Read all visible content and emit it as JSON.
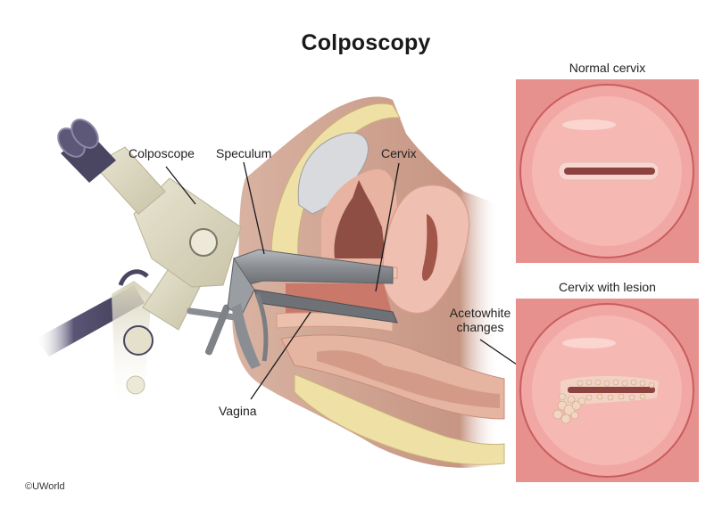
{
  "title": "Colposcopy",
  "labels": {
    "colposcope": "Colposcope",
    "speculum": "Speculum",
    "cervix": "Cervix",
    "vagina": "Vagina",
    "acetowhite_line1": "Acetowhite",
    "acetowhite_line2": "changes"
  },
  "panels": {
    "normal": {
      "caption": "Normal cervix"
    },
    "lesion": {
      "caption": "Cervix with lesion"
    }
  },
  "copyright": "©UWorld",
  "colors": {
    "cervix_pink": "#e58f8c",
    "cervix_dark": "#c9605f",
    "lesion_white": "#f3d8c2",
    "colposcope_beige": "#dcd8c0",
    "eyepiece_purple": "#4a4560",
    "speculum_gray": "#8e9196",
    "tissue_tan": "#e9c9a8",
    "fat_yellow": "#efe1a6"
  }
}
